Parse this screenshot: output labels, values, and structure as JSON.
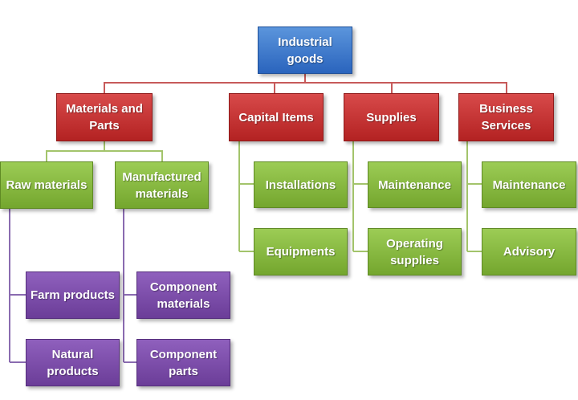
{
  "colors": {
    "root": "#2f6cc4",
    "category": "#c0292b",
    "subcategory": "#7fb13a",
    "leaf": "#7443a3"
  },
  "diagram": {
    "root": {
      "label": "Industrial\ngoods"
    },
    "materials_and_parts": {
      "label": "Materials and\nParts"
    },
    "capital_items": {
      "label": "Capital Items"
    },
    "supplies": {
      "label": "Supplies"
    },
    "business_services": {
      "label": "Business\nServices"
    },
    "raw_materials": {
      "label": "Raw materials"
    },
    "manufactured_materials": {
      "label": "Manufactured\nmaterials"
    },
    "installations": {
      "label": "Installations"
    },
    "equipments": {
      "label": "Equipments"
    },
    "supplies_maintenance": {
      "label": "Maintenance"
    },
    "operating_supplies": {
      "label": "Operating\nsupplies"
    },
    "services_maintenance": {
      "label": "Maintenance"
    },
    "advisory": {
      "label": "Advisory"
    },
    "farm_products": {
      "label": "Farm products"
    },
    "natural_products": {
      "label": "Natural\nproducts"
    },
    "component_materials": {
      "label": "Component\nmaterials"
    },
    "component_parts": {
      "label": "Component\nparts"
    }
  }
}
